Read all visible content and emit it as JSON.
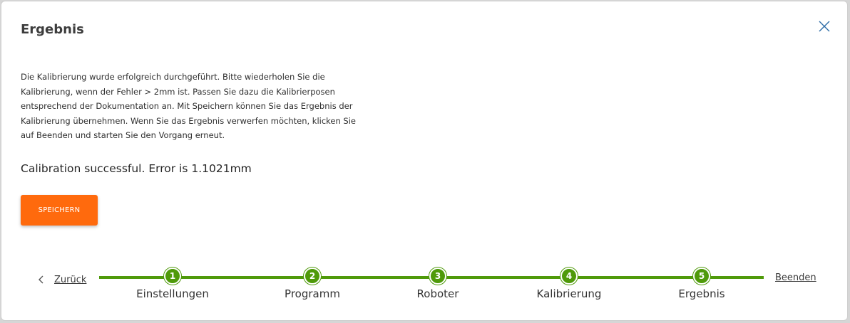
{
  "dialog": {
    "title": "Ergebnis",
    "close_icon": "close-icon",
    "description": "Die Kalibrierung wurde erfolgreich durchgeführt. Bitte wiederholen Sie die Kalibrierung, wenn der Fehler > 2mm ist. Passen Sie dazu die Kalibrierposen entsprechend der Dokumentation an. Mit Speichern können Sie das Ergebnis der Kalibrierung übernehmen. Wenn Sie das Ergebnis verwerfen möchten, klicken Sie auf Beenden und starten Sie den Vorgang erneut.",
    "result_text": "Calibration successful. Error is 1.1021mm",
    "save_label": "SPEICHERN"
  },
  "navigation": {
    "back_label": "Zurück",
    "end_label": "Beenden"
  },
  "stepper": {
    "steps": [
      {
        "number": "1",
        "label": "Einstellungen",
        "status": "completed"
      },
      {
        "number": "2",
        "label": "Programm",
        "status": "completed"
      },
      {
        "number": "3",
        "label": "Roboter",
        "status": "completed"
      },
      {
        "number": "4",
        "label": "Kalibrierung",
        "status": "completed"
      },
      {
        "number": "5",
        "label": "Ergebnis",
        "status": "current"
      }
    ]
  },
  "colors": {
    "accent": "#ff6a0d",
    "step_green": "#4f9a0a"
  }
}
